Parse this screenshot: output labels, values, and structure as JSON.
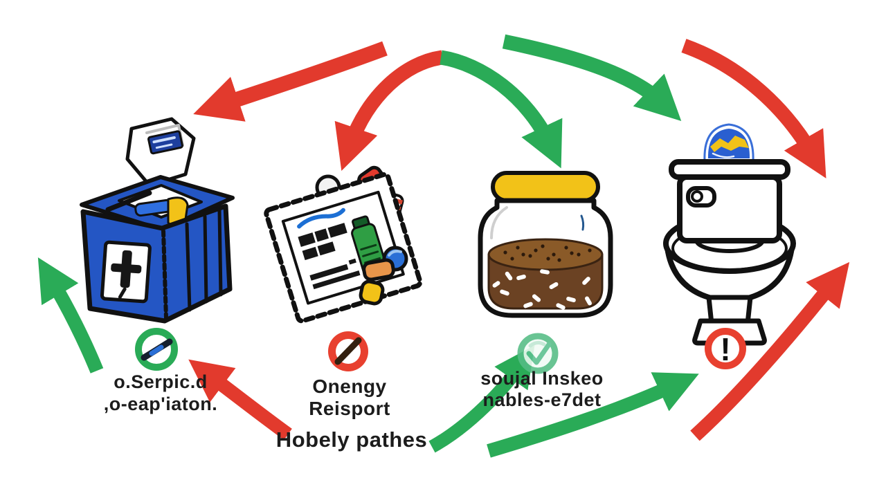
{
  "diagram_type": "medicine-disposal-pathways-illustration",
  "nodes": [
    {
      "id": "disposal-bin",
      "illustration": "blue-disposal-bin-with-package-illustration",
      "status_icon": "approved-circle-icon",
      "label_line1": "o.Serpic.d",
      "label_line2": ",o-eap'iaton."
    },
    {
      "id": "medicine-packet",
      "illustration": "medicine-packet-with-scattered-pills-illustration",
      "status_icon": "prohibited-circle-icon",
      "label_line1": "Onengy",
      "label_line2": "Reisport"
    },
    {
      "id": "storage-jar",
      "illustration": "jar-with-grounds-and-pills-illustration",
      "status_icon": "approved-check-icon",
      "label_line1": "soujal Inskeo",
      "label_line2": "nables-e7det"
    },
    {
      "id": "toilet",
      "illustration": "toilet-with-water-badge-illustration",
      "status_icon": "warning-exclamation-icon",
      "label_line1": "",
      "label_line2": ""
    }
  ],
  "caption": "Hobely pathes",
  "icons": {
    "warning_glyph": "!",
    "status_icons": [
      "approved-circle-icon",
      "prohibited-circle-icon",
      "approved-check-icon",
      "warning-exclamation-icon"
    ]
  },
  "colors": {
    "background": "#ffffff",
    "arrow_green": "#2aab57",
    "arrow_red": "#e23a2d",
    "bin_blue": "#2456c4",
    "bin_blue_accent": "#2f6fe0",
    "lid_yellow": "#f2c218",
    "jar_brown": "#6b4223",
    "jar_brown_top": "#8a5a28",
    "badge_blue": "#2a5fd0",
    "bottle_green": "#2f9e44",
    "pill_orange": "#e8954a",
    "pill_blue": "#2a6fd6",
    "outline": "#111111",
    "text": "#1c1c1c"
  }
}
